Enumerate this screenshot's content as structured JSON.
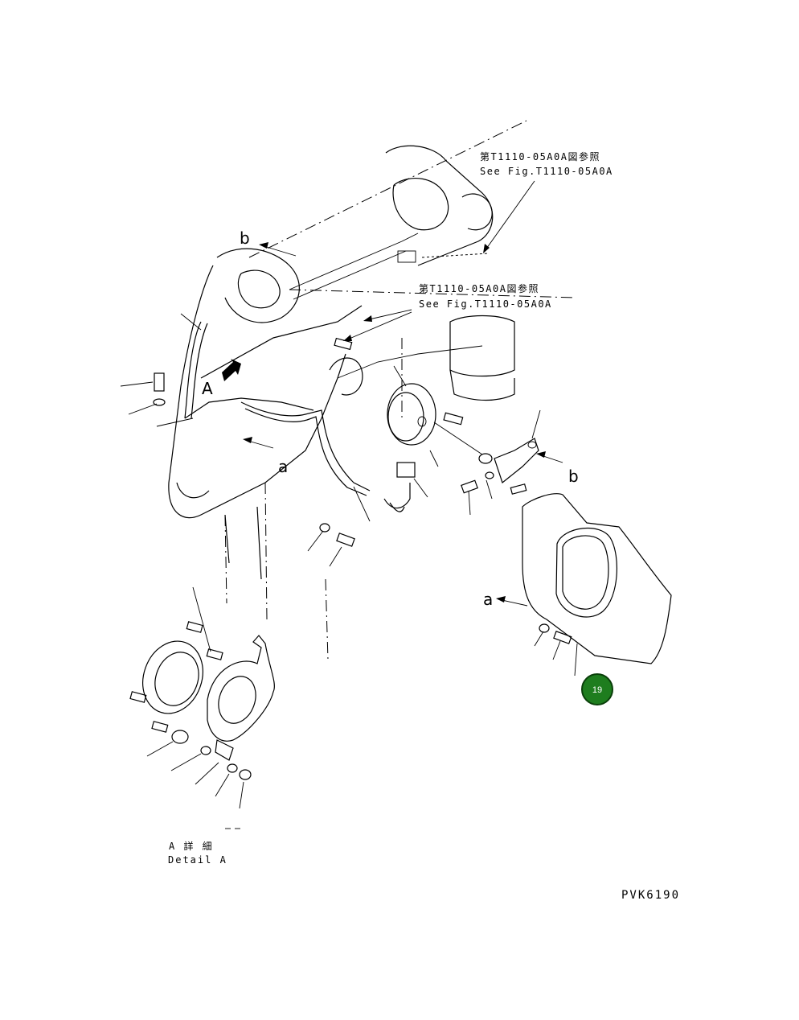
{
  "labels": {
    "ref_top_jp": "第T1110-05A0A図参照",
    "ref_top_en": "See Fig.T1110-05A0A",
    "ref_mid_jp": "第T1110-05A0A図参照",
    "ref_mid_en": "See Fig.T1110-05A0A",
    "letter_b_top": "b",
    "letter_b_right": "b",
    "letter_a_mid": "a",
    "letter_a_right": "a",
    "letter_A": "A",
    "detail_jp": "A 詳 細",
    "detail_en": "Detail A",
    "figure_code": "PVK6190"
  },
  "callout": {
    "number": "19",
    "color": "#1e7d1e"
  }
}
